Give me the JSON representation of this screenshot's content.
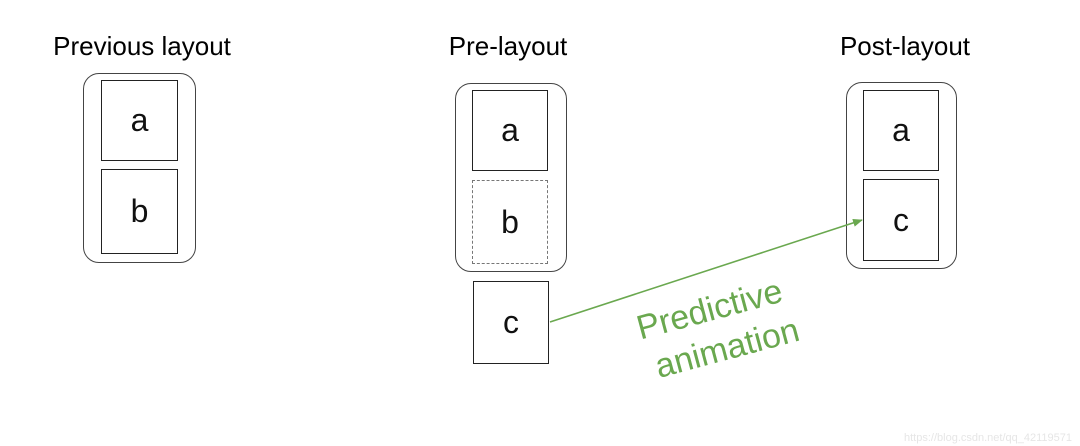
{
  "panels": {
    "previous": {
      "title": "Previous layout",
      "items": [
        "a",
        "b"
      ]
    },
    "pre": {
      "title": "Pre-layout",
      "items": [
        "a",
        "b",
        "c"
      ]
    },
    "post": {
      "title": "Post-layout",
      "items": [
        "a",
        "c"
      ]
    }
  },
  "arrow": {
    "label_line1": "Predictive",
    "label_line2": "animation",
    "color": "#6aa84f"
  },
  "watermark": "https://blog.csdn.net/qq_42119571"
}
